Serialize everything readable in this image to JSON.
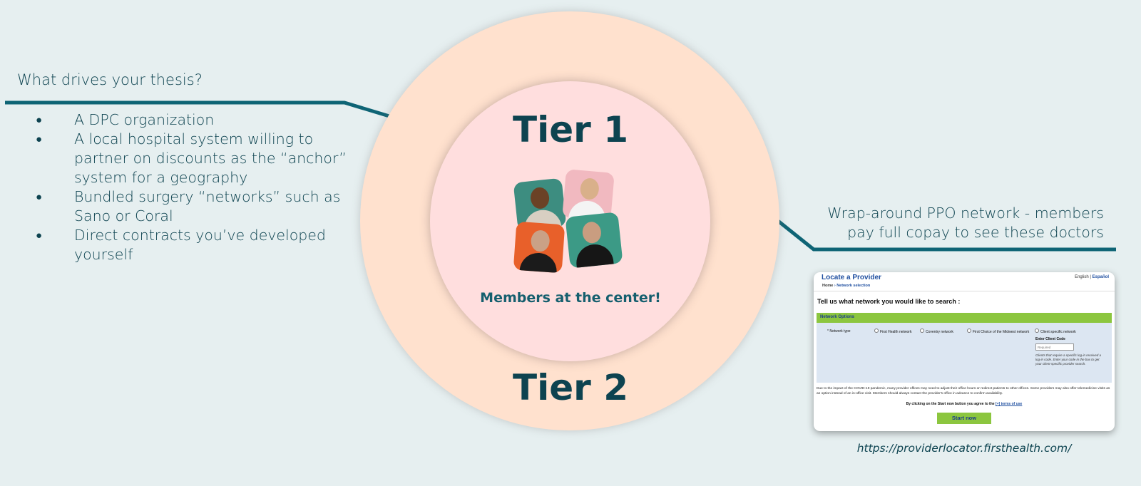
{
  "left_panel": {
    "question": "What drives your thesis?",
    "bullets": [
      "A DPC organization",
      "A local hospital system willing to partner on discounts as the “anchor” system for a geography",
      "Bundled surgery “networks” such as Sano or Coral",
      "Direct contracts you’ve developed yourself"
    ]
  },
  "diagram": {
    "inner_label": "Tier 1",
    "outer_label": "Tier 2",
    "center_caption": "Members at the center!"
  },
  "right_panel": {
    "caption": "Wrap-around PPO network - members pay full copay to see these doctors",
    "url": "https://providerlocator.firsthealth.com/"
  },
  "screenshot": {
    "title": "Locate a Provider",
    "lang_english": "English",
    "lang_separator": "|",
    "lang_espanol": "Español",
    "breadcrumb_home": "Home",
    "breadcrumb_sep": "›",
    "breadcrumb_current": "Network selection",
    "heading": "Tell us what network you would like to search :",
    "section_title": "Network Options",
    "network_type_label": "* Network type",
    "options": [
      "First Health network",
      "Coventry network",
      "First Choice of the Midwest network",
      "Client specific network"
    ],
    "client_code_label": "Enter Client Code",
    "client_code_placeholder": "Required",
    "client_help": "Clients that require a specific log-in received a log-in code. Enter your code in the box to get your client-specific provider search.",
    "covid_notice": "Due to the impact of the COVID-19 pandemic, many provider offices may need to adjust their office hours or redirect patients to other offices. Some providers may also offer telemedicine visits as an option instead of an in-office visit. Members should always contact the provider's office in advance to confirm availability.",
    "agree_text": "By clicking on the Start now button you agree to the",
    "terms_link": "[+] terms of use",
    "start_button": "Start now"
  },
  "colors": {
    "background": "#e6eff0",
    "outer_circle": "#ffe1ce",
    "inner_circle": "#ffdede",
    "text_dark": "#0d4350",
    "line": "#0e6475",
    "green_bar": "#8cc63f",
    "blue_panel": "#dce6f2"
  }
}
